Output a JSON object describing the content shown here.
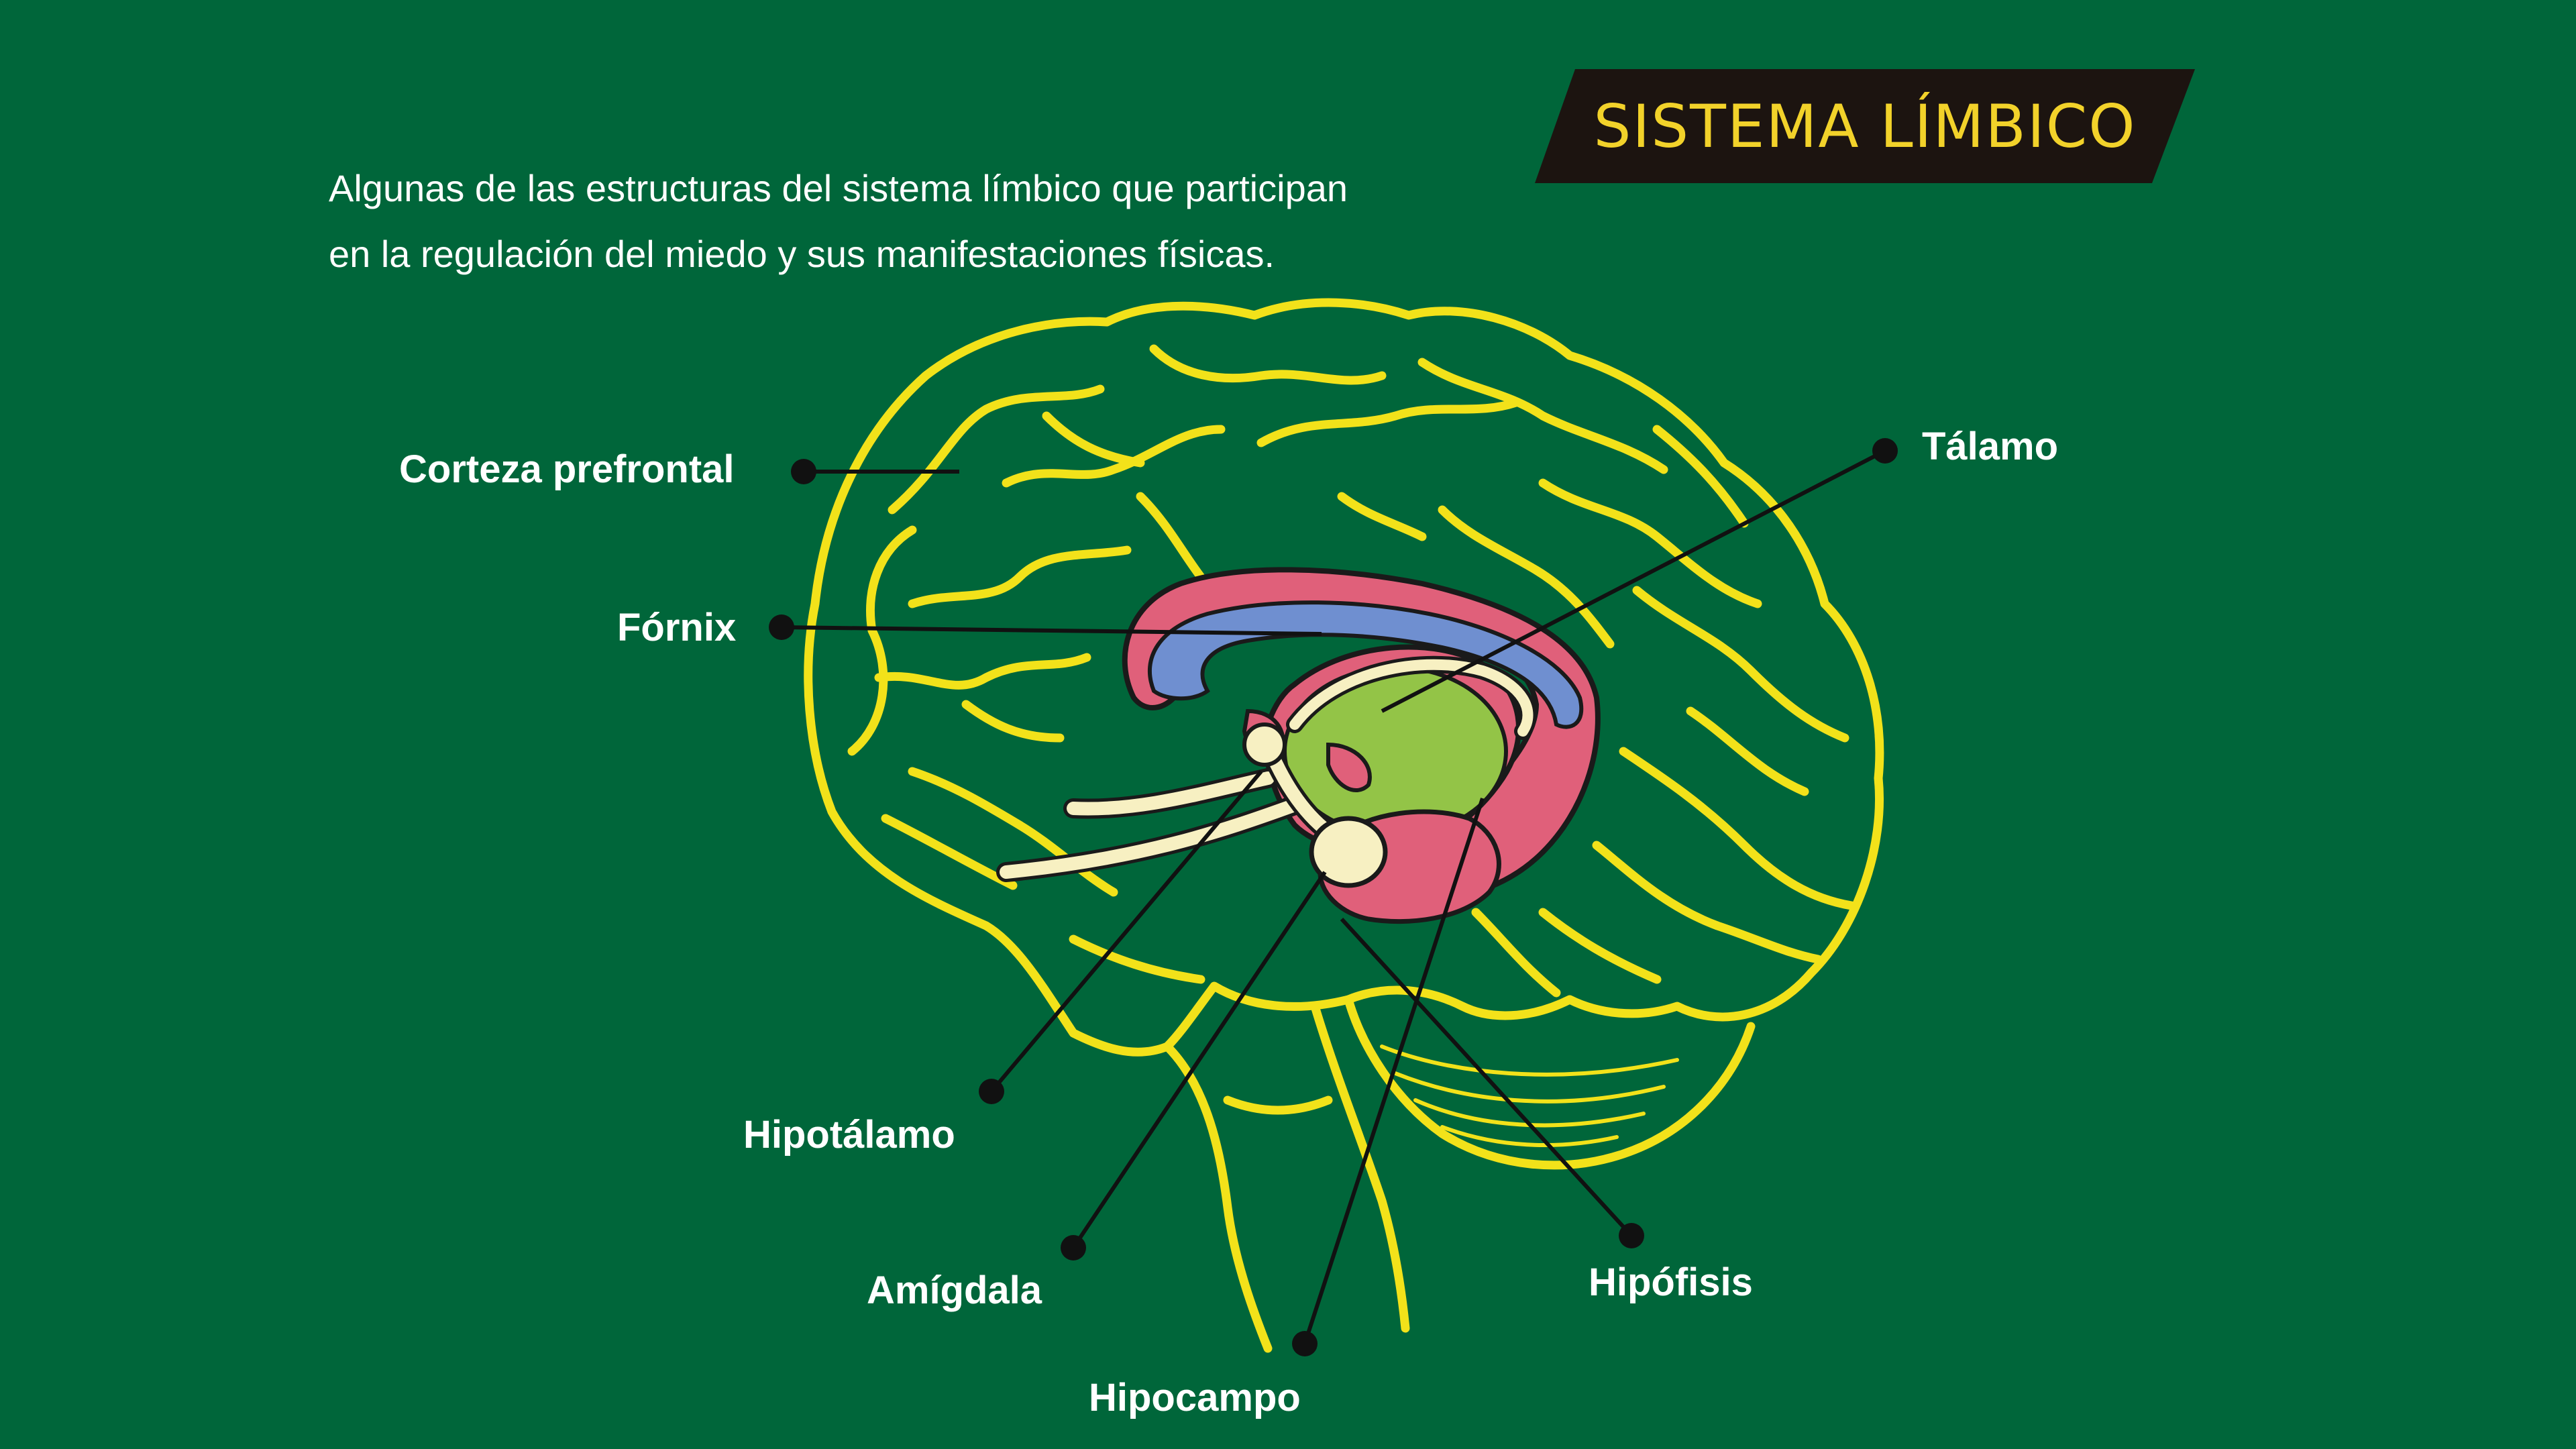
{
  "title": "SISTEMA LÍMBICO",
  "description": {
    "line1": "Algunas de las estructuras del sistema límbico que participan",
    "line2": "en la regulación del miedo y sus manifestaciones físicas."
  },
  "labels": {
    "corteza": "Corteza prefrontal",
    "fornix": "Fórnix",
    "talamo": "Tálamo",
    "hipotalamo": "Hipotálamo",
    "amigdala": "Amígdala",
    "hipocampo": "Hipocampo",
    "hipofisis": "Hipófisis"
  },
  "colors": {
    "background": "#00663a",
    "brain_outline": "#f2e21a",
    "title_bg": "#1c1410",
    "title_text": "#f2d22a",
    "cingulate": "#e0607a",
    "corpus_callosum": "#6f8fd0",
    "thalamus": "#93c447",
    "fornix_cream": "#f7f0c2",
    "leader_line": "#111111"
  }
}
